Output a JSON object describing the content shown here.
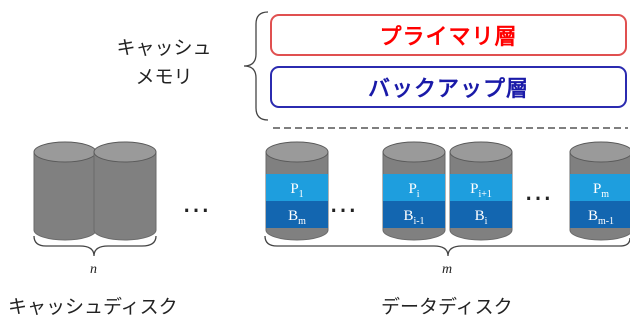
{
  "memory": {
    "label_line1": "キャッシュ",
    "label_line2": "メモリ",
    "primary_layer": "プライマリ層",
    "backup_layer": "バックアップ層"
  },
  "cache_disks": {
    "count_symbol": "n",
    "label": "キャッシュディスク"
  },
  "data_disks": {
    "count_symbol": "m",
    "label": "データディスク",
    "disks": [
      {
        "primary": [
          "P",
          "1"
        ],
        "backup": [
          "B",
          "m"
        ]
      },
      {
        "primary": [
          "P",
          "i"
        ],
        "backup": [
          "B",
          "i-1"
        ]
      },
      {
        "primary": [
          "P",
          "i+1"
        ],
        "backup": [
          "B",
          "i"
        ]
      },
      {
        "primary": [
          "P",
          "m"
        ],
        "backup": [
          "B",
          "m-1"
        ]
      }
    ]
  },
  "ellipsis": "…",
  "colors": {
    "primary_text": "#ff0000",
    "primary_border": "#e05050",
    "backup_text": "#1a1aa8",
    "backup_border": "#2b2bb0",
    "disk_body": "#808080",
    "primary_band": "#1e9ede",
    "backup_band": "#1366b0"
  }
}
